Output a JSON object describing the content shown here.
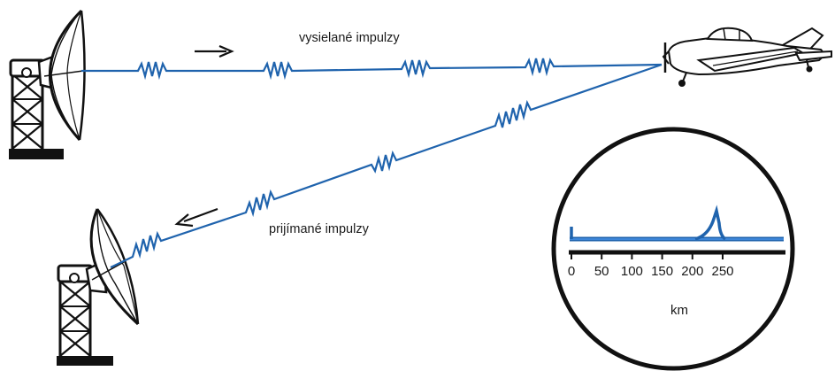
{
  "labels": {
    "transmitted": "vysielané impulzy",
    "received": "prijímané impulzy"
  },
  "scope": {
    "ticks": [
      "0",
      "50",
      "100",
      "150",
      "200",
      "250"
    ],
    "unit": "km"
  },
  "colors": {
    "signal": "#1f63ad",
    "ink": "#111111",
    "background": "#ffffff"
  },
  "icons": [
    "radar-dish-icon",
    "airplane-icon",
    "arrow-icon"
  ]
}
